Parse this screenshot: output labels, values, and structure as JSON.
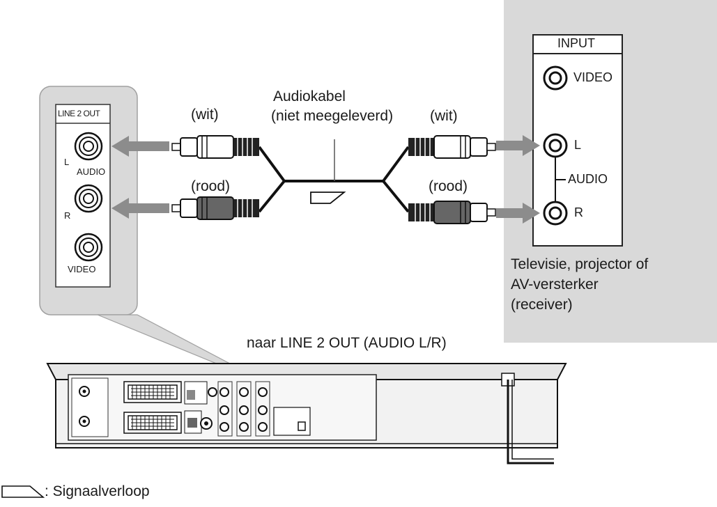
{
  "colors": {
    "panel_fill": "#d9d9d9",
    "panel_stroke": "#9a9a9a",
    "arrow_gray": "#8c8c8c",
    "cable": "#111111",
    "device_fill": "#f2f2f2"
  },
  "dvd_panel": {
    "line2out_label": "LINE 2 OUT",
    "l_label": "L",
    "audio_label": "AUDIO",
    "r_label": "R",
    "video_label": "VIDEO"
  },
  "cable": {
    "title_line1": "Audiokabel",
    "title_line2": "(niet meegeleverd)",
    "white_left": "(wit)",
    "red_left": "(rood)",
    "white_right": "(wit)",
    "red_right": "(rood)"
  },
  "tv_panel": {
    "input_label": "INPUT",
    "video_label": "VIDEO",
    "l_label": "L",
    "audio_label": "AUDIO",
    "r_label": "R",
    "device_line1": "Televisie, projector of",
    "device_line2": "AV-versterker",
    "device_line3": "(receiver)"
  },
  "connection_label": "naar LINE 2 OUT (AUDIO L/R)",
  "legend": {
    "signal_flow": ": Signaalverloop"
  }
}
